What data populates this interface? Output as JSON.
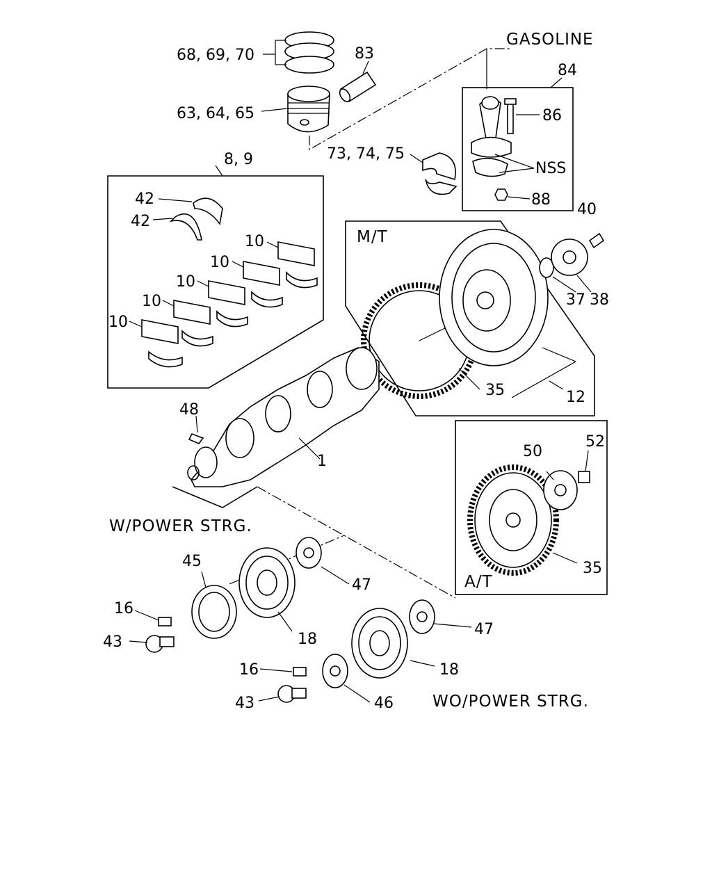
{
  "captions": {
    "gasoline": "GASOLINE",
    "mt": "M/T",
    "at": "A/T",
    "w_power": "W/POWER STRG.",
    "wo_power": "WO/POWER STRG.",
    "nss": "NSS"
  },
  "callouts": {
    "c68": "68, 69, 70",
    "c83": "83",
    "c63": "63, 64, 65",
    "c84": "84",
    "c86": "86",
    "c88": "88",
    "c73": "73, 74, 75",
    "c89": "8, 9",
    "c42a": "42",
    "c42b": "42",
    "c10a": "10",
    "c10b": "10",
    "c10c": "10",
    "c10d": "10",
    "c10e": "10",
    "c40": "40",
    "c37": "37",
    "c38": "38",
    "c35mt": "35",
    "c12": "12",
    "c48": "48",
    "c1": "1",
    "c50": "50",
    "c52": "52",
    "c35at": "35",
    "c45": "45",
    "c47a": "47",
    "c16a": "16",
    "c43a": "43",
    "c18a": "18",
    "c47b": "47",
    "c16b": "16",
    "c18b": "18",
    "c43b": "43",
    "c46": "46"
  }
}
